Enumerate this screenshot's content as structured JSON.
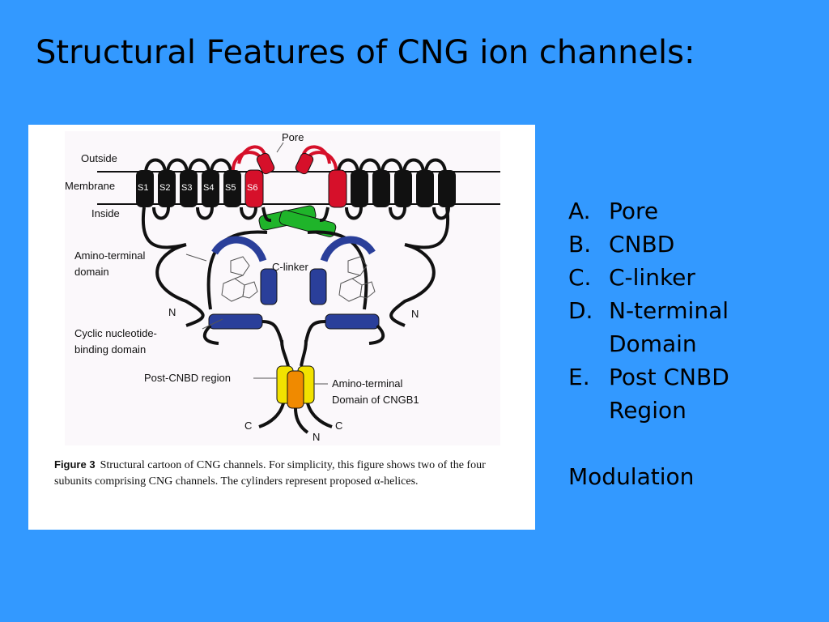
{
  "title": "Structural Features of CNG ion channels:",
  "figure": {
    "labels": {
      "pore": "Pore",
      "outside": "Outside",
      "membrane": "Membrane",
      "inside": "Inside",
      "amino_terminal_domain_1": "Amino-terminal",
      "amino_terminal_domain_2": "domain",
      "c_linker": "C-linker",
      "n_left": "N",
      "n_right": "N",
      "n_bottom": "N",
      "c_left": "C",
      "c_right": "C",
      "cnbd_1": "Cyclic nucleotide-",
      "cnbd_2": "binding domain",
      "post_cnbd": "Post-CNBD region",
      "cngb1_1": "Amino-terminal",
      "cngb1_2": "Domain of CNGB1"
    },
    "segments": [
      "S1",
      "S2",
      "S3",
      "S4",
      "S5",
      "S6"
    ],
    "caption": {
      "fig_label": "Figure 3",
      "text": "Structural cartoon of CNG channels. For simplicity, this figure shows two of the four subunits comprising CNG channels. The cylinders represent proposed α-helices."
    }
  },
  "features": [
    {
      "letter": "A.",
      "text": "Pore"
    },
    {
      "letter": "B.",
      "text": "CNBD"
    },
    {
      "letter": "C.",
      "text": "C-linker"
    },
    {
      "letter": "D.",
      "text": "N-terminal"
    },
    {
      "letter": "",
      "text": "Domain"
    },
    {
      "letter": "E.",
      "text": "Post CNBD"
    },
    {
      "letter": "",
      "text": "Region"
    }
  ],
  "modulation": "Modulation",
  "colors": {
    "background": "#3399ff",
    "pore_red": "#d6102a",
    "linker_green": "#1fb42a",
    "cnbd_blue": "#2a3f9a",
    "post_yellow": "#f2e200",
    "post_orange": "#f08a00"
  }
}
